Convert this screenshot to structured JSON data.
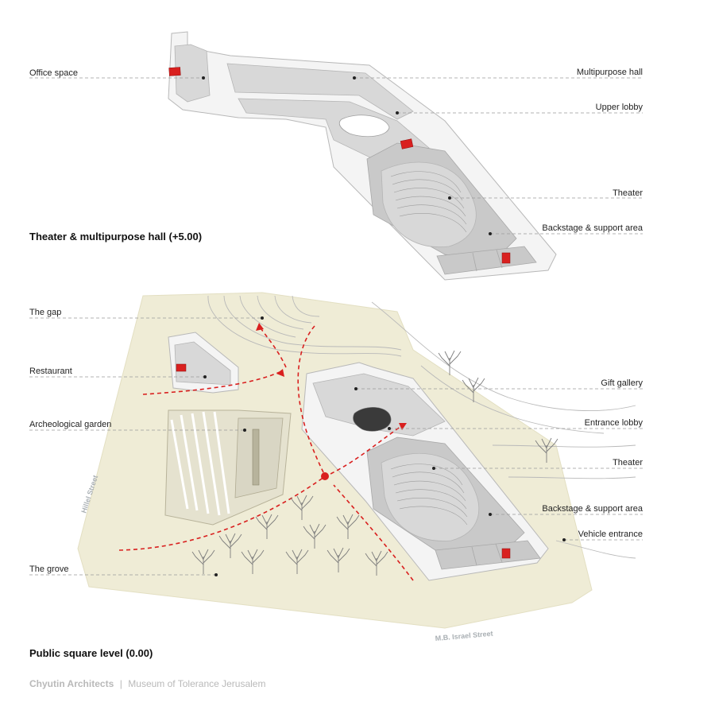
{
  "upper_plan": {
    "title": "Theater & multipurpose hall (+5.00)",
    "labels": {
      "office_space": "Office space",
      "multipurpose_hall": "Multipurpose hall",
      "upper_lobby": "Upper lobby",
      "theater": "Theater",
      "backstage": "Backstage & support area"
    }
  },
  "lower_plan": {
    "title": "Public square  level (0.00)",
    "labels": {
      "the_gap": "The gap",
      "restaurant": "Restaurant",
      "archeological_garden": "Archeological garden",
      "the_grove": "The grove",
      "gift_gallery": "Gift gallery",
      "entrance_lobby": "Entrance lobby",
      "theater": "Theater",
      "backstage": "Backstage & support area",
      "vehicle_entrance": "Vehicle entrance"
    },
    "streets": {
      "hillel": "Hillel Street",
      "israel": "M.B. Israel Street"
    }
  },
  "credit": {
    "firm": "Chyutin Architects",
    "separator": "|",
    "project": "Museum of Tolerance Jerusalem"
  },
  "colors": {
    "accent_red": "#d9201f",
    "ground": "#efecd6",
    "label_text": "#222222",
    "credit_text": "#b9b9b9"
  }
}
